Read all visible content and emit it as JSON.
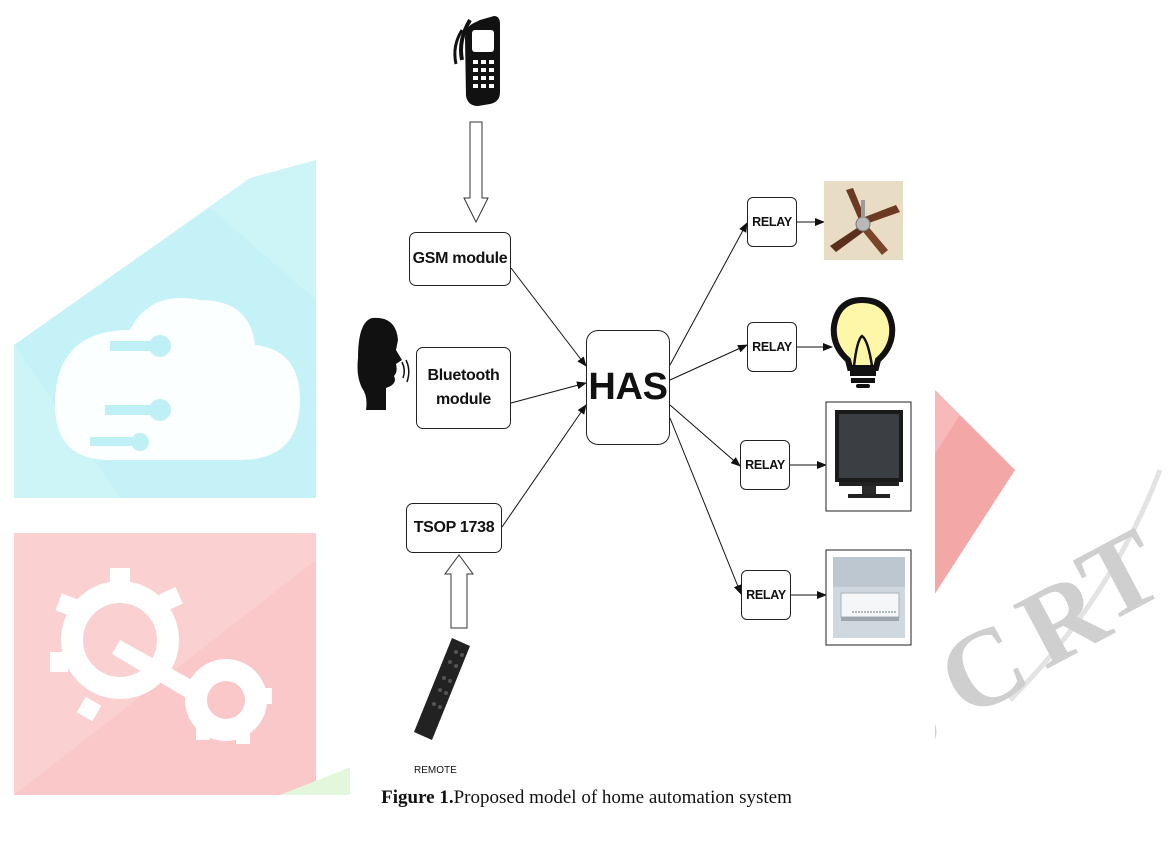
{
  "diagram": {
    "inputs": {
      "gsm": "GSM module",
      "bluetooth_line1": "Bluetooth",
      "bluetooth_line2": "module",
      "tsop": "TSOP 1738"
    },
    "controller": "HAS",
    "relays": [
      "RELAY",
      "RELAY",
      "RELAY",
      "RELAY"
    ],
    "remote_label": "REMOTE",
    "devices": [
      "ceiling-fan",
      "light-bulb",
      "television",
      "air-conditioner"
    ],
    "icons": [
      "mobile-phone-icon",
      "speaking-head-icon",
      "remote-control-icon"
    ]
  },
  "caption": {
    "label": "Figure 1.",
    "text": "Proposed model of home automation system"
  },
  "watermark": {
    "letters": "IJCRT",
    "colors": {
      "cyan": "#2fd5e6",
      "red": "#f07a7a",
      "pink": "#f9c4c4",
      "green": "#c9f0c0"
    }
  }
}
